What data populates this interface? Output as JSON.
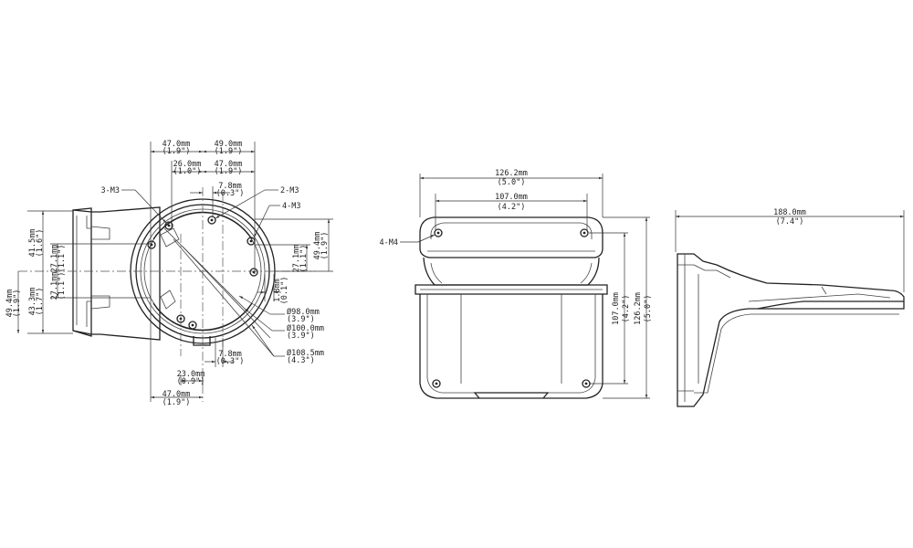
{
  "front_view": {
    "top_dims": {
      "d_47_0": {
        "mm": "47.0mm",
        "inch": "(1.9\")"
      },
      "d_49_0": {
        "mm": "49.0mm",
        "inch": "(1.9\")"
      },
      "d_26_0": {
        "mm": "26.0mm",
        "inch": "(1.0\")"
      },
      "d_47_0b": {
        "mm": "47.0mm",
        "inch": "(1.9\")"
      },
      "d_7_8": {
        "mm": "7.8mm",
        "inch": "(0.3\")"
      }
    },
    "callouts": {
      "m3_left": "3-M3",
      "m3_right": "2-M3",
      "m4": "4-M3"
    },
    "left_dims": {
      "d_41_5": {
        "mm": "41.5mm",
        "inch": "(1.6\")"
      },
      "d_27_1a": {
        "mm": "27.1mm",
        "inch": "(1.1\")"
      },
      "d_27_1b": {
        "mm": "27.1mm",
        "inch": "(1.1\")"
      },
      "d_43_3": {
        "mm": "43.3mm",
        "inch": "(1.7\")"
      },
      "d_49_4": {
        "mm": "49.4mm",
        "inch": "(1.9\")"
      }
    },
    "right_dims": {
      "d_49_4": {
        "mm": "49.4mm",
        "inch": "(1.9\")"
      },
      "d_27_1": {
        "mm": "27.1mm",
        "inch": "(1.1\")"
      },
      "d_1_8": {
        "mm": "1.8mm",
        "inch": "(0.1\")"
      }
    },
    "diameters": {
      "d98": {
        "mm": "Ø98.0mm",
        "inch": "(3.9\")"
      },
      "d100": {
        "mm": "Ø100.0mm",
        "inch": "(3.9\")"
      },
      "d108": {
        "mm": "Ø108.5mm",
        "inch": "(4.3\")"
      }
    },
    "bottom_dims": {
      "d_7_8": {
        "mm": "7.8mm",
        "inch": "(0.3\")"
      },
      "d_23_0": {
        "mm": "23.0mm",
        "inch": "(0.9\")"
      },
      "d_47_0": {
        "mm": "47.0mm",
        "inch": "(1.9\")"
      }
    }
  },
  "top_view": {
    "width_outer": {
      "mm": "126.2mm",
      "inch": "(5.0\")"
    },
    "width_inner": {
      "mm": "107.0mm",
      "inch": "(4.2\")"
    },
    "height_inner": {
      "mm": "107.0mm",
      "inch": "(4.2\")"
    },
    "height_outer": {
      "mm": "126.2mm",
      "inch": "(5.0\")"
    },
    "callout": "4-M4"
  },
  "side_view": {
    "length": {
      "mm": "188.0mm",
      "inch": "(7.4\")"
    }
  }
}
